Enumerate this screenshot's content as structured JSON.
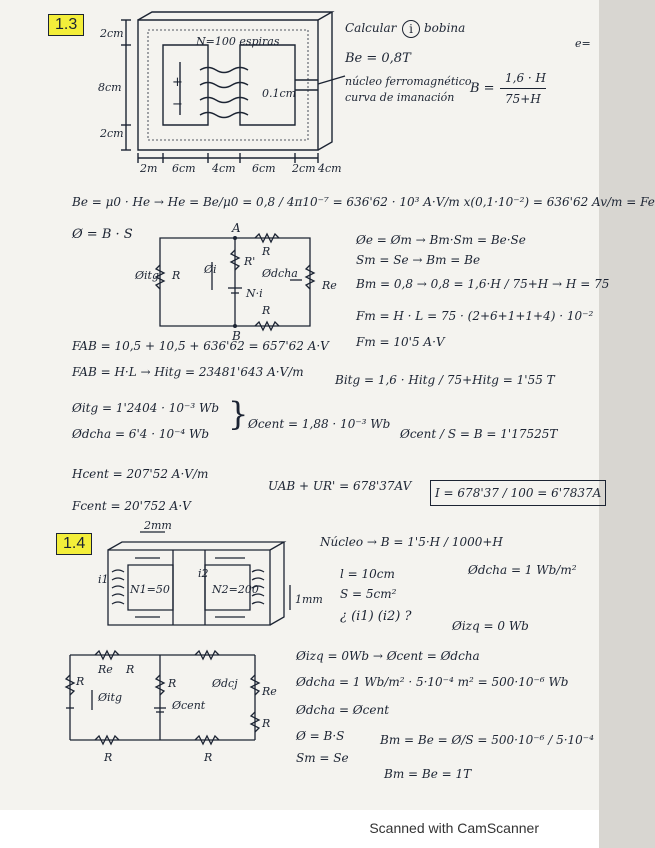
{
  "problem_13": {
    "badge": "1.3",
    "fig_labels": {
      "top": "2cm",
      "mid_height": "8cm",
      "bottom": "2cm",
      "winding": "N=100 espiras",
      "gap": "0.1cm",
      "bottom_dims": [
        "2m",
        "6cm",
        "4cm",
        "6cm",
        "2cm",
        "4cm"
      ]
    },
    "right_text": {
      "calc": "Calcular",
      "circled": "i",
      "bobina": "bobina",
      "be": "Be = 0,8T",
      "curve1": "núcleo ferromagnético",
      "curve2": "curva de imanación",
      "formula_lhs": "B =",
      "formula_num": "1,6 · H",
      "formula_den": "75+H",
      "edge": "e="
    },
    "lines": {
      "he": "Be = μ0 · He → He = Be/μ0 = 0,8 / 4π10⁻⁷ = 636'62 · 10³ A·V/m x(0,1·10⁻²) = 636'62 Av/m = Fe",
      "phi": "Ø = B · S",
      "phie": "Øe = Øm → Bm·Sm = Be·Se",
      "sm": "Sm = Se → Bm = Be",
      "bm": "Bm = 0,8 → 0,8 = 1,6·H / 75+H → H = 75",
      "fm": "Fm = H · L = 75 · (2+6+1+1+4) · 10⁻²",
      "fm2": "Fm = 10'5 A·V",
      "fab": "FAB = 10,5 + 10,5 + 636'62 = 657'62 A·V",
      "fab2": "FAB = H·L → Hitg = 23481'643 A·V/m",
      "bitg": "Bitg = 1,6 · Hitg / 75+Hitg = 1'55 T",
      "phiitg": "Øitg = 1'2404 · 10⁻³ Wb",
      "phidcha": "Ødcha = 6'4 · 10⁻⁴ Wb",
      "phicent": "Øcent = 1,88 · 10⁻³ Wb",
      "phicent_s": "Øcent / S = B = 1'17525T",
      "hcent": "Hcent = 207'52 A·V/m",
      "fcent": "Fcent = 20'752 A·V",
      "uab": "UAB + UR' = 678'37AV",
      "i": "I = 678'37 / 100 = 6'7837A"
    },
    "circuit": {
      "A": "A",
      "B": "B",
      "R_top": "R",
      "R_prime": "R'",
      "R_right_top": "R",
      "phi_itg": "Øitg",
      "R_left": "R",
      "phi_i": "Øi",
      "ni": "N·i",
      "phi_dcha": "Ødcha",
      "Re": "Re",
      "R_bottom": "R"
    }
  },
  "problem_14": {
    "badge": "1.4",
    "fig_labels": {
      "top": "2mm",
      "winding1": "N1=50",
      "winding2": "N2=200",
      "gap": "1mm",
      "i1": "i1",
      "i2": "i2"
    },
    "lines": {
      "nucleo": "Núcleo → B = 1'5·H / 1000+H",
      "l": "l = 10cm",
      "s": "S = 5cm²",
      "q": "¿ (i1) (i2) ?",
      "phidcha": "Ødcha = 1 Wb/m²",
      "phiizq": "Øizq = 0 Wb",
      "implic": "Øizq = 0Wb → Øcent = Ødcha",
      "phidcha2": "Ødcha = 1 Wb/m² · 5·10⁻⁴ m² = 500·10⁻⁶ Wb",
      "phidcha3": "Ødcha = Øcent",
      "phibs": "Ø = B·S",
      "smse": "Sm = Se",
      "bm": "Bm = Be = Ø/S = 500·10⁻⁶ / 5·10⁻⁴",
      "bm2": "Bm = Be = 1T"
    },
    "circuit": {
      "Re": "Re",
      "R1": "R",
      "R2": "R",
      "phi_itg": "Øitg",
      "R3": "R",
      "phi_cent": "Øcent",
      "phi_d": "Ødcj",
      "Re2": "Re",
      "R4": "R",
      "R5": "R",
      "R6": "R"
    }
  },
  "footer": {
    "scanner": "Scanned with CamScanner"
  },
  "colors": {
    "ink": "#1c2433",
    "highlight": "#f3ee3a",
    "paper": "#f4f3ef"
  }
}
